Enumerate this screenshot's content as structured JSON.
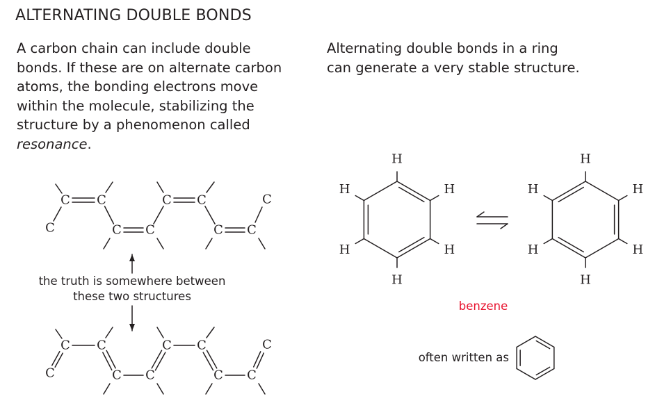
{
  "title": "ALTERNATING DOUBLE BONDS",
  "left_text": {
    "line1": "A carbon chain can include double",
    "line2": "bonds. If these are on alternate carbon",
    "line3": "atoms, the bonding electrons move",
    "line4": "within the molecule, stabilizing the",
    "line5": "structure by a phenomenon called",
    "term": "resonance",
    "term_suffix": "."
  },
  "right_text": {
    "line1": "Alternating double bonds in a ring",
    "line2": "can generate a very stable structure."
  },
  "resonance_caption": {
    "line1": "the truth is somewhere between",
    "line2": "these two structures"
  },
  "benzene_label": "benzene",
  "often_written_as": "often written as",
  "atoms": {
    "carbon": "C",
    "hydrogen": "H"
  },
  "colors": {
    "text": "#231f20",
    "benzene_label": "#e8112d"
  }
}
